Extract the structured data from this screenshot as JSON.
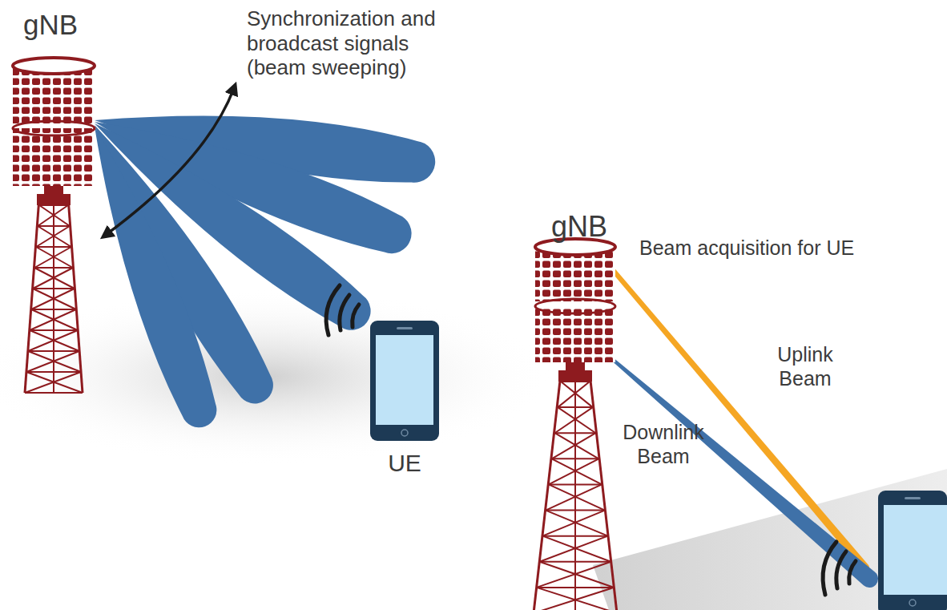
{
  "diagram": {
    "labels": [
      "gNB",
      "Synchronization and broadcast signals (beam sweeping)",
      "UE",
      "gNB",
      "Beam acquisition for UE",
      "Uplink Beam",
      "Downlink Beam"
    ]
  }
}
